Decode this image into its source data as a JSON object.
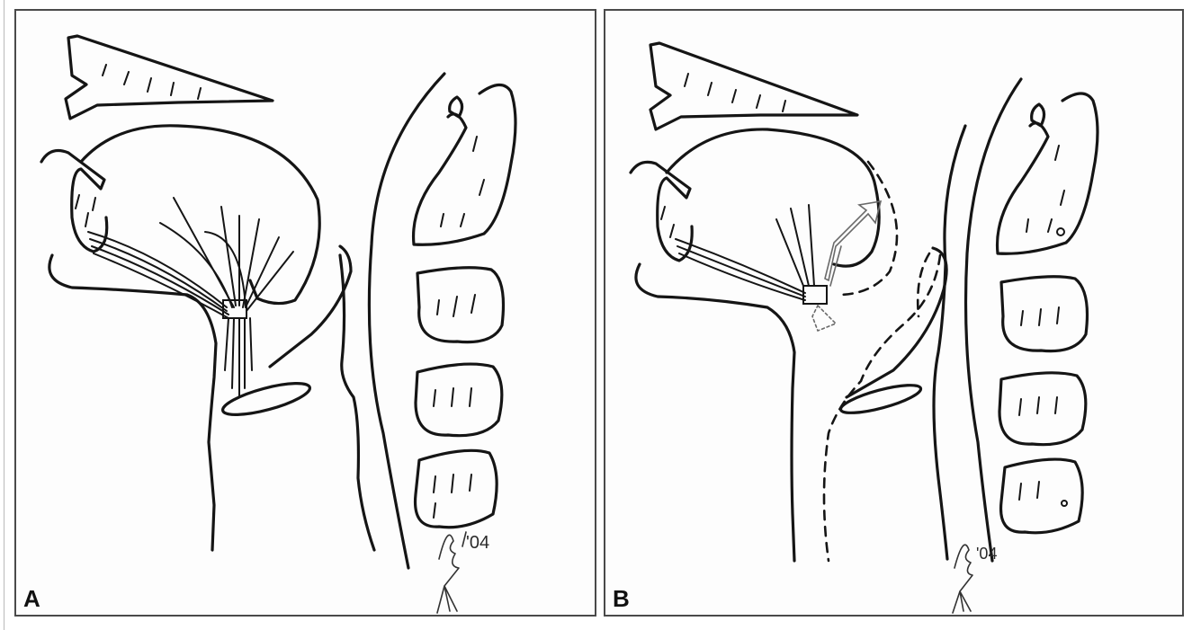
{
  "figure": {
    "panels": [
      {
        "label": "A"
      },
      {
        "label": "B"
      }
    ],
    "signature_text": "'04"
  }
}
